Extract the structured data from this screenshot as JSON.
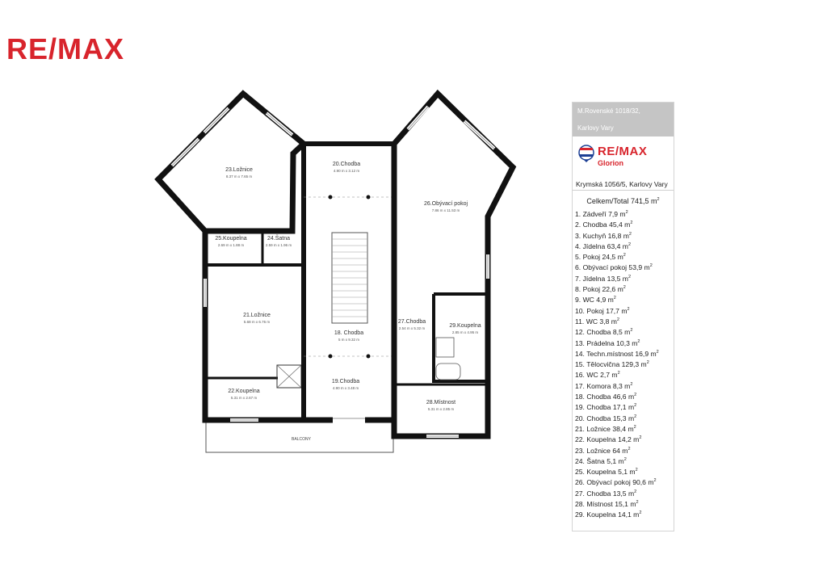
{
  "brand": {
    "logo_text": "RE/MAX",
    "accent_color": "#d8242c",
    "wall_color": "#111111"
  },
  "plan": {
    "rooms": [
      {
        "label": "23.Ložnice",
        "dims": "8.37 m x 7.65 m"
      },
      {
        "label": "20.Chodba",
        "dims": "4.90 m x 3.12 m"
      },
      {
        "label": "26.Obývací pokoj",
        "dims": "7.86 m x 11.53 m"
      },
      {
        "label": "25.Koupelna",
        "dims": "2.69 m x 1.88 m"
      },
      {
        "label": "24.Šatna",
        "dims": "2.59 m x 1.96 m"
      },
      {
        "label": "21.Ložnice",
        "dims": "5.68 m x 6.76 m"
      },
      {
        "label": "18. Chodba",
        "dims": "5 m x 9.32 m"
      },
      {
        "label": "27.Chodba",
        "dims": "2.54 m x 5.32 m"
      },
      {
        "label": "29.Koupelna",
        "dims": "2.85 m x 4.95 m"
      },
      {
        "label": "22.Koupelna",
        "dims": "5.31 m x 2.67 m"
      },
      {
        "label": "19.Chodba",
        "dims": "4.90 m x 3.48 m"
      },
      {
        "label": "28.Místnost",
        "dims": "5.31 m x 2.85 m"
      }
    ],
    "balcony_label": "BALCONY"
  },
  "panel": {
    "address_line1": "M.Rovenské 1018/32,",
    "address_line2": "Karlovy Vary",
    "office_name": "RE/MAX",
    "office_sub": "Glorion",
    "office_address": "Krymská 1056/5, Karlovy Vary",
    "total_label": "Celkem/Total",
    "total_value": "741,5 m",
    "items": [
      {
        "no": "1.",
        "name": "Zádveří",
        "area": "7,9 m"
      },
      {
        "no": "2.",
        "name": "Chodba",
        "area": "45,4 m"
      },
      {
        "no": "3.",
        "name": "Kuchyň",
        "area": "16,8 m"
      },
      {
        "no": "4.",
        "name": "Jídelna",
        "area": "63,4 m"
      },
      {
        "no": "5.",
        "name": "Pokoj",
        "area": "24,5 m"
      },
      {
        "no": "6.",
        "name": "Obývací pokoj",
        "area": "53,9 m"
      },
      {
        "no": "7.",
        "name": "Jídelna",
        "area": "13,5 m"
      },
      {
        "no": "8.",
        "name": "Pokoj",
        "area": "22,6 m"
      },
      {
        "no": "9.",
        "name": "WC",
        "area": "4,9 m"
      },
      {
        "no": "10.",
        "name": "Pokoj",
        "area": "17,7 m"
      },
      {
        "no": "11.",
        "name": "WC",
        "area": "3,8 m"
      },
      {
        "no": "12.",
        "name": "Chodba",
        "area": "8,5 m"
      },
      {
        "no": "13.",
        "name": "Prádelna",
        "area": "10,3 m"
      },
      {
        "no": "14.",
        "name": "Techn.místnost",
        "area": "16,9 m"
      },
      {
        "no": "15.",
        "name": "Tělocvična",
        "area": "129,3 m"
      },
      {
        "no": "16.",
        "name": "WC",
        "area": "2,7 m"
      },
      {
        "no": "17.",
        "name": "Komora",
        "area": "8,3 m"
      },
      {
        "no": "18.",
        "name": "Chodba",
        "area": "46,6 m"
      },
      {
        "no": "19.",
        "name": "Chodba",
        "area": "17,1 m"
      },
      {
        "no": "20.",
        "name": "Chodba",
        "area": "15,3 m"
      },
      {
        "no": "21.",
        "name": "Ložnice",
        "area": "38,4 m"
      },
      {
        "no": "22.",
        "name": "Koupelna",
        "area": "14,2 m"
      },
      {
        "no": "23.",
        "name": "Ložnice",
        "area": "64 m"
      },
      {
        "no": "24.",
        "name": "Šatna",
        "area": "5,1 m"
      },
      {
        "no": "25.",
        "name": "Koupelna",
        "area": "5,1 m"
      },
      {
        "no": "26.",
        "name": "Obývací pokoj",
        "area": "90,6 m"
      },
      {
        "no": "27.",
        "name": "Chodba",
        "area": "13,5 m"
      },
      {
        "no": "28.",
        "name": "Místnost",
        "area": "15,1 m"
      },
      {
        "no": "29.",
        "name": "Koupelna",
        "area": "14,1 m"
      }
    ]
  }
}
